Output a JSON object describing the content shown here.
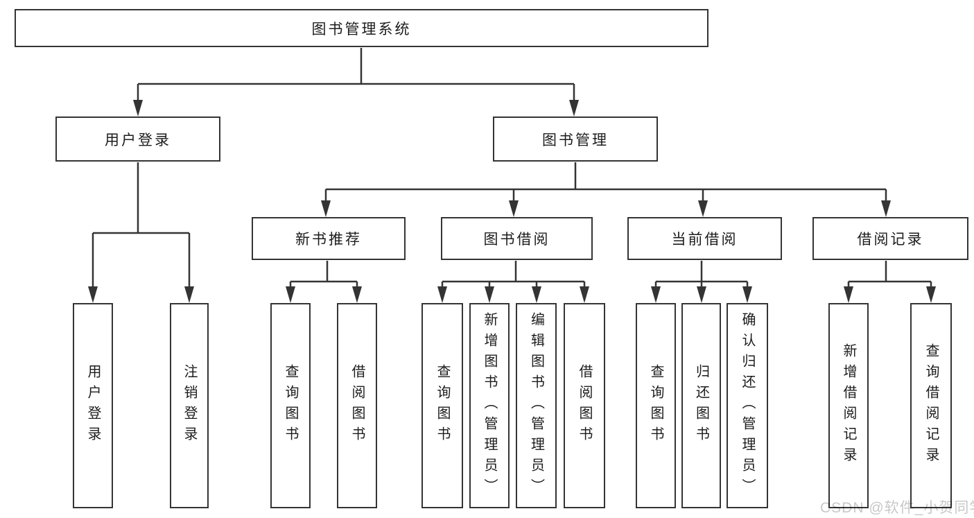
{
  "diagram": {
    "title_node": "图书管理系统",
    "level2": {
      "user_login": "用户登录",
      "book_mgmt": "图书管理"
    },
    "level3": {
      "new_book": "新书推荐",
      "book_borrow": "图书借阅",
      "current_borrow": "当前借阅",
      "borrow_records": "借阅记录"
    },
    "leaves": {
      "user": [
        "用户登录",
        "注销登录"
      ],
      "new_book": [
        "查询图书",
        "借阅图书"
      ],
      "book_borrow": [
        "查询图书",
        "新增图书（管理员）",
        "编辑图书（管理员）",
        "借阅图书"
      ],
      "current_borrow": [
        "查询图书",
        "归还图书",
        "确认归还（管理员）"
      ],
      "borrow_records": [
        "新增借阅记录",
        "查询借阅记录"
      ]
    },
    "watermark": "CSDN @软件_小贺同学",
    "colors": {
      "line": "#343434",
      "box_border": "#343434",
      "text": "#1c1c1c",
      "watermark": "#c8c8c8",
      "background": "#ffffff"
    }
  }
}
